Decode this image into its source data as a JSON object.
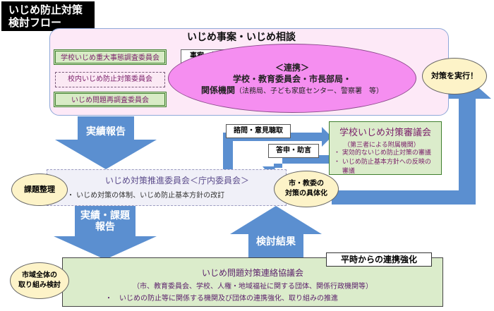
{
  "title_line1": "いじめ防止対策",
  "title_line2": "検討フロー",
  "incident_panel": {
    "title": "いじめ事案・いじめ相談",
    "committees": [
      "学校いじめ重大事態調査委員会",
      "校内いじめ防止対策委員会",
      "いじめ問題再調査委員会"
    ],
    "response_label": "事案・相談対応",
    "cooperation_heading": "＜連携＞",
    "cooperation_line1": "学校・教育委員会・市長部局・",
    "cooperation_line2_bold": "関係機関",
    "cooperation_line2_rest": "（法務局、子ども家庭センター、警察署　等）"
  },
  "execute_label": "対策を実行！",
  "report_label": "実績報告",
  "consult_label": "諮問・意見聴取",
  "reply_label": "答申・助言",
  "school_council": {
    "title": "学校いじめ対策審議会",
    "subtitle": "（第三者による附属機関）",
    "items": [
      "・ 実効的ないじめ防止対策の審議",
      "・ いじめ防止基本方針への反映の",
      "　 審議"
    ]
  },
  "issue_label": "課題整理",
  "promotion_committee": {
    "title": "いじめ対策推進委員会＜庁内委員会＞",
    "item": "・ いじめ対策の体制、いじめ防止基本方針の改訂"
  },
  "concretize_line1": "市・教委の",
  "concretize_line2": "対策の具体化",
  "report2_line1": "実績・課題",
  "report2_line2": "報告",
  "review_label": "検討結果",
  "cooperation_badge": "平時からの連携強化",
  "city_line1": "市域全体の",
  "city_line2": "取り組み検討",
  "liaison_council": {
    "title": "いじめ問題対策連絡協議会",
    "subtitle": "（市、教育委員会、学校、人権・地域福祉に関する団体、関係行政機関等）",
    "item": "・　いじめの防止等に関係する機関及び団体の連携強化、取り組みの推進"
  },
  "colors": {
    "arrow_blue": "#5b8fd0",
    "pink_panel": "#fde9f7",
    "magenta_ellipse": "#f58ef0",
    "green_box": "#dbeccb",
    "yellow_circle": "#fdf3c8"
  }
}
